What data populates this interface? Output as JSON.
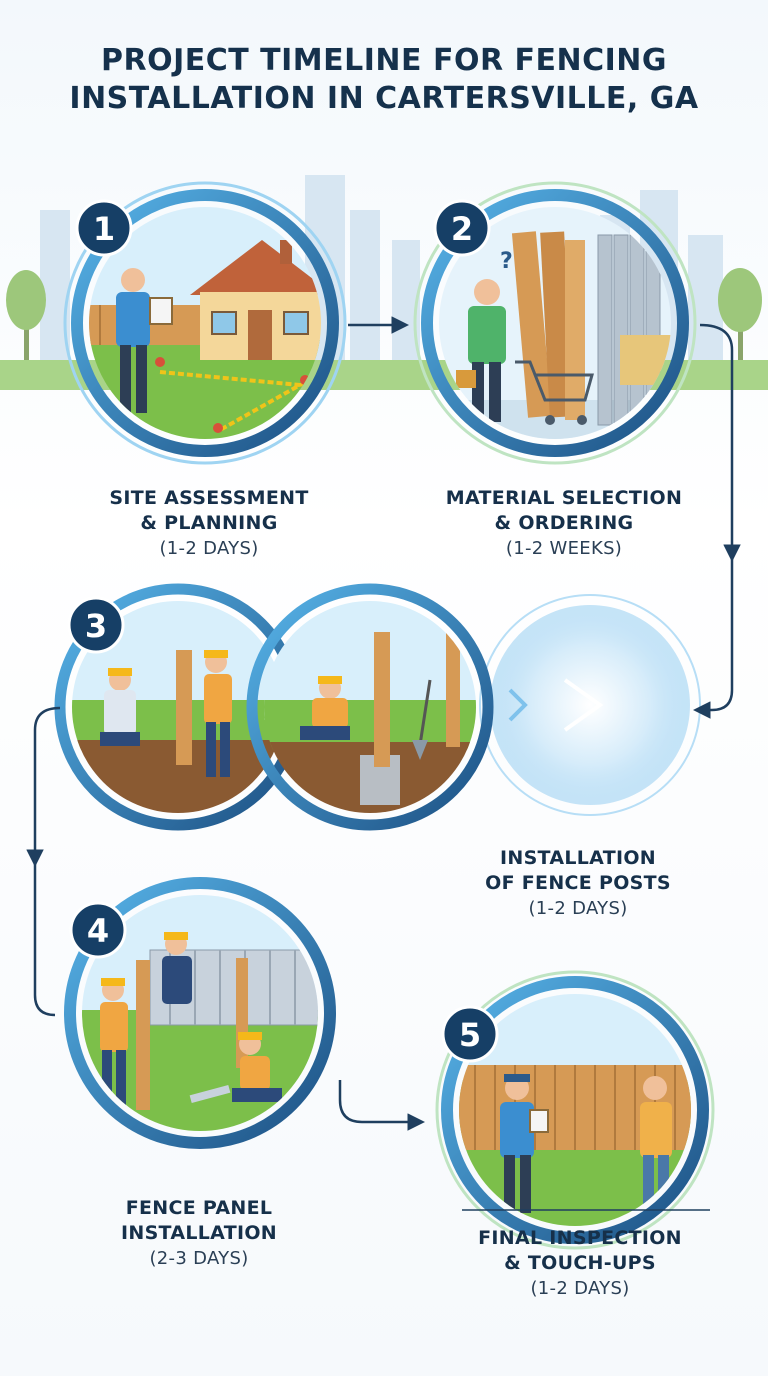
{
  "title": {
    "line1": "PROJECT TIMELINE FOR FENCING",
    "line2": "INSTALLATION IN CARTERSVILLE, GA"
  },
  "colors": {
    "ring_dark": "#1d5a8e",
    "ring_light": "#4aa9e3",
    "badge": "#163f66",
    "arrow": "#1f3f5f",
    "wood": "#d69a55",
    "grass": "#7cbf4a",
    "sky": "#d8effb"
  },
  "steps": [
    {
      "number": "1",
      "title_line1": "SITE ASSESSMENT",
      "title_line2": "& PLANNING",
      "duration": "(1-2 DAYS)"
    },
    {
      "number": "2",
      "title_line1": "MATERIAL SELECTION",
      "title_line2": "& ORDERING",
      "duration": "(1-2 WEEKS)"
    },
    {
      "number": "3",
      "title_line1": "INSTALLATION",
      "title_line2": "OF FENCE POSTS",
      "duration": "(1-2 DAYS)"
    },
    {
      "number": "4",
      "title_line1": "FENCE PANEL",
      "title_line2": "INSTALLATION",
      "duration": "(2-3 DAYS)"
    },
    {
      "number": "5",
      "title_line1": "FINAL INSPECTION",
      "title_line2": "& TOUCH-UPS",
      "duration": "(1-2 DAYS)"
    }
  ],
  "icons": [
    "question-mark-icon",
    "arrow-right-icon",
    "arrow-down-icon"
  ],
  "question_mark": "?"
}
